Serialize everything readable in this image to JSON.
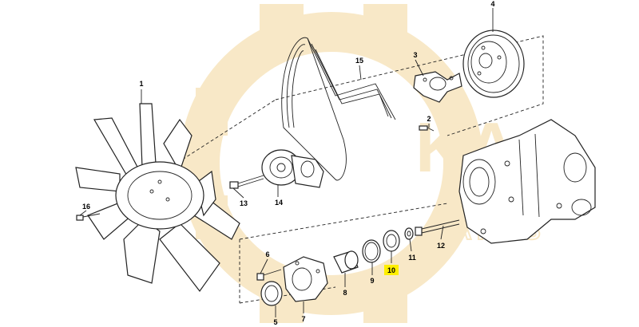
{
  "watermark": {
    "brand_top": "KA",
    "brand_bottom": "PARTS",
    "color": "#f3d79a"
  },
  "callouts": [
    {
      "id": "1",
      "label": "1"
    },
    {
      "id": "2",
      "label": "2"
    },
    {
      "id": "3",
      "label": "3"
    },
    {
      "id": "4",
      "label": "4"
    },
    {
      "id": "5",
      "label": "5"
    },
    {
      "id": "6",
      "label": "6"
    },
    {
      "id": "7",
      "label": "7"
    },
    {
      "id": "8",
      "label": "8"
    },
    {
      "id": "9",
      "label": "9"
    },
    {
      "id": "10",
      "label": "10",
      "highlighted": true
    },
    {
      "id": "11",
      "label": "11"
    },
    {
      "id": "12",
      "label": "12"
    },
    {
      "id": "13",
      "label": "13"
    },
    {
      "id": "14",
      "label": "14"
    },
    {
      "id": "15",
      "label": "15"
    },
    {
      "id": "16",
      "label": "16"
    }
  ],
  "highlight_color": "#ffef00"
}
